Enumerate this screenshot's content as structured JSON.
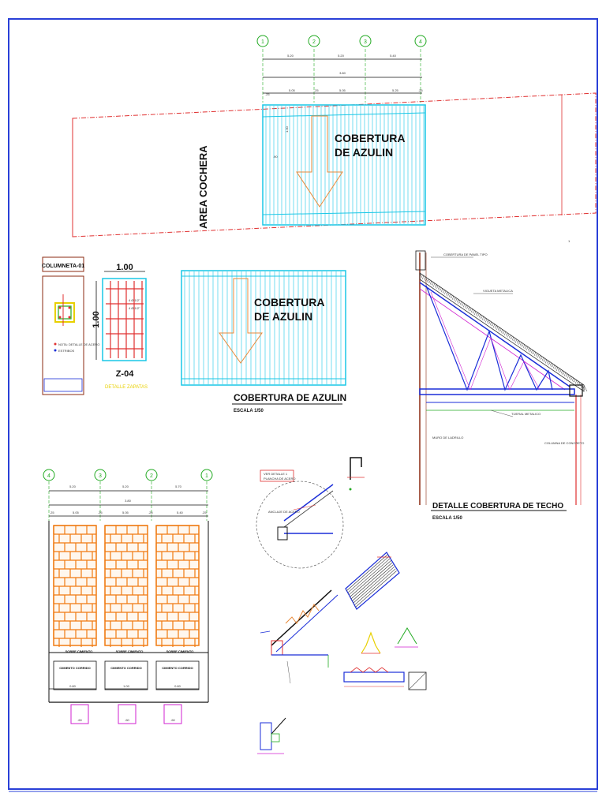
{
  "colors": {
    "frame": "#2a40d8",
    "roof": "#19c7e6",
    "boundary": "#e03030",
    "arrow": "#e88a3a",
    "brick": "#f07a10",
    "dim": "#111111",
    "magenta": "#d020d0",
    "green": "#22aa22",
    "yellow": "#e8d000",
    "blue": "#1b2ed8"
  },
  "plan": {
    "area_label": "AREA COCHERA",
    "cover_label_line1": "COBERTURA",
    "cover_label_line2": "DE AZULIN",
    "axes": [
      "1",
      "2",
      "3",
      "4"
    ],
    "dim_top": [
      "5.20",
      "5.20",
      "5.40"
    ],
    "dim_total": "3.80",
    "dim_bottom": [
      ".25",
      "5.05",
      ".25",
      "5.05",
      "5.25",
      ".25"
    ],
    "side_dim": "1.00",
    "small_dim": ".90",
    "mark_right": "1"
  },
  "column": {
    "title": "COLUMNETA-01",
    "legend_1": "NOTA: DETALLE DE ACERO",
    "legend_2": "ESTRIBOS"
  },
  "footing": {
    "dim_top": "1.00",
    "dim_side": "1.00",
    "label": "Z-04",
    "sublabel": "DETALLE ZAPATAS",
    "bar_1": "4 Ø 1/2\"",
    "bar_2": "4 Ø 1/2\""
  },
  "cover_detail": {
    "label_line1": "COBERTURA",
    "label_line2": "DE AZULIN",
    "title": "COBERTURA DE AZULIN",
    "scale": "ESCALA 1/50"
  },
  "truss": {
    "title": "DETALLE COBERTURA DE TECHO",
    "scale": "ESCALA 1/50",
    "note_1": "COBERTURA DE PANEL TIPO",
    "note_2": "VIGUETA METALICA",
    "note_3": "TIJERAL METALICO",
    "note_4": "MURO DE LADRILLO",
    "note_5": "COLUMNA DE CONCRETO"
  },
  "wall": {
    "axes": [
      "4",
      "3",
      "2",
      "1"
    ],
    "dim_top": [
      "5.20",
      "5.20",
      "5.70"
    ],
    "dim_total": "3.80",
    "dim_bottom": [
      ".25",
      "5.05",
      ".25",
      "5.05",
      ".25",
      "5.40",
      ".25"
    ],
    "labels_top": [
      "SOBRE CIMIENTO",
      "SOBRE CIMIENTO",
      "SOBRE CIMIENTO"
    ],
    "labels_bottom": [
      "CIMIENTO CORRIDO",
      "CIMIENTO CORRIDO",
      "CIMIENTO CORRIDO"
    ],
    "foot_dims": [
      "0.80",
      "1.00",
      "0.80"
    ],
    "foot_widths": [
      ".60",
      ".60",
      ".60"
    ]
  },
  "details": {
    "callout_1": "VER DETALLE 1",
    "callout_2": "PLANCHA DE ACERO",
    "callout_3": "ANCLAJE DE ACERO"
  }
}
